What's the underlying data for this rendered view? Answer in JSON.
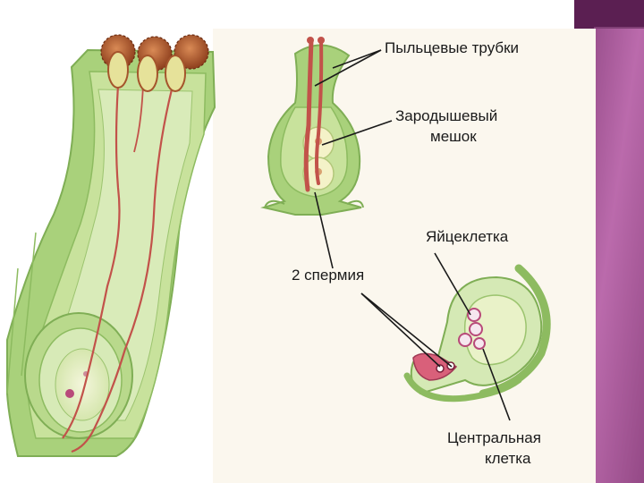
{
  "labels": {
    "pollen_tubes": "Пыльцевые трубки",
    "embryo_sac_line1": "Зародышевый",
    "embryo_sac_line2": "мешок",
    "egg_cell": "Яйцеклетка",
    "two_sperm": "2 спермия",
    "central_cell_line1": "Центральная",
    "central_cell_line2": "клетка"
  },
  "colors": {
    "panel_bg": "#fbf7ee",
    "tissue_green": "#a9d17b",
    "tissue_light": "#d5e9b5",
    "tissue_outline": "#7fae55",
    "pollen_brown": "#a5552c",
    "tube_red": "#c2524a",
    "sperm_pink": "#d9607a",
    "cell_pink": "#b84a7a",
    "frame_purple": "#7a2f6c",
    "frame_purple_light": "#b562a6"
  }
}
